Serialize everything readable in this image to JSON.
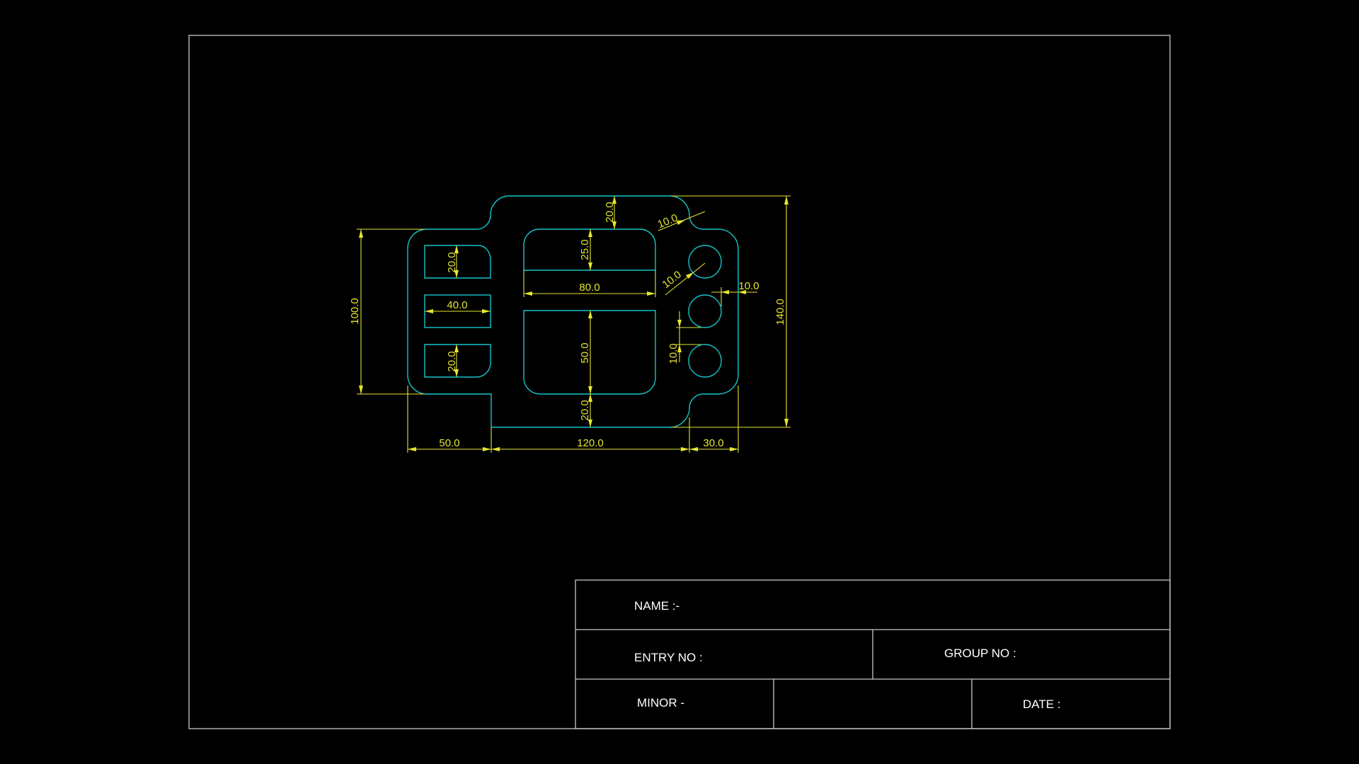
{
  "title_block": {
    "name_label": "NAME :-",
    "entry_label": "ENTRY NO :",
    "group_label": "GROUP NO :",
    "minor_label": "MINOR -",
    "date_label": "DATE :"
  },
  "dimensions": {
    "top_web": "20.0",
    "slot_upper": "25.0",
    "slot_width": "80.0",
    "slot_lower": "50.0",
    "bottom_web": "20.0",
    "left_slot_top": "20.0",
    "left_slot_width": "40.0",
    "left_slot_bottom": "20.0",
    "overall_left_height": "100.0",
    "overall_right_height": "140.0",
    "fillet_radius": "10.0",
    "hole_radius": "10.0",
    "hole_edge_offset": "10.0",
    "hole_spacing": "10.0",
    "bottom_left_width": "50.0",
    "bottom_center_width": "120.0",
    "bottom_right_width": "30.0"
  },
  "colors": {
    "frame": "#c8c8c8",
    "outline": "#15c4cc",
    "dimension": "#e6e632",
    "background": "#000000"
  }
}
